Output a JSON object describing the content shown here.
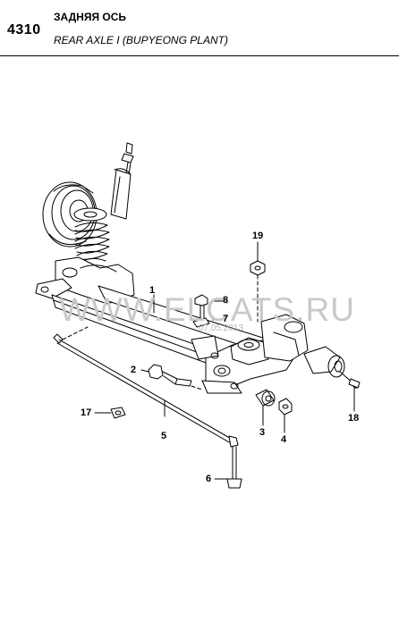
{
  "header": {
    "page_number": "4310",
    "title_ru": "ЗАДНЯЯ ОСЬ",
    "title_en": "REAR AXLE I (BUPYEONG PLANT)"
  },
  "watermark": {
    "text": "WWW.ELCATS.RU",
    "date": "07.05.2013"
  },
  "callouts": [
    "1",
    "2",
    "3",
    "4",
    "5",
    "6",
    "7",
    "8",
    "17",
    "18",
    "19"
  ],
  "colors": {
    "line": "#000000",
    "watermark": "#c9c9c9",
    "background": "#ffffff"
  }
}
